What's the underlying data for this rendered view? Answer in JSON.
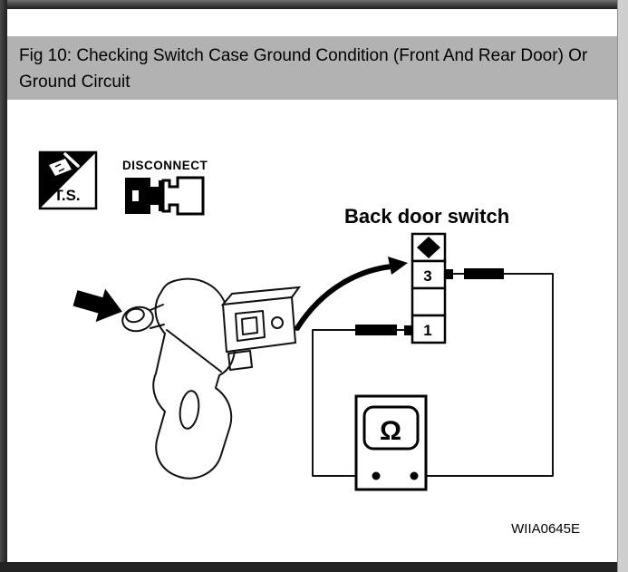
{
  "caption": {
    "line1": "Fig 10: Checking Switch Case Ground Condition (Front And Rear Door) Or",
    "line2": "Ground Circuit"
  },
  "figure": {
    "ts_icon_label": "T.S.",
    "disconnect_label": "DISCONNECT",
    "heading": "Back door switch",
    "pin_top": "3",
    "pin_bottom": "1",
    "meter_symbol": "Ω",
    "figure_code": "WIIA0645E"
  },
  "colors": {
    "caption_bg": "#b2b2b2",
    "frame": "#262626",
    "page_bg": "#ffffff",
    "line": "#111111",
    "scrollbar": "#cfcfcf"
  }
}
